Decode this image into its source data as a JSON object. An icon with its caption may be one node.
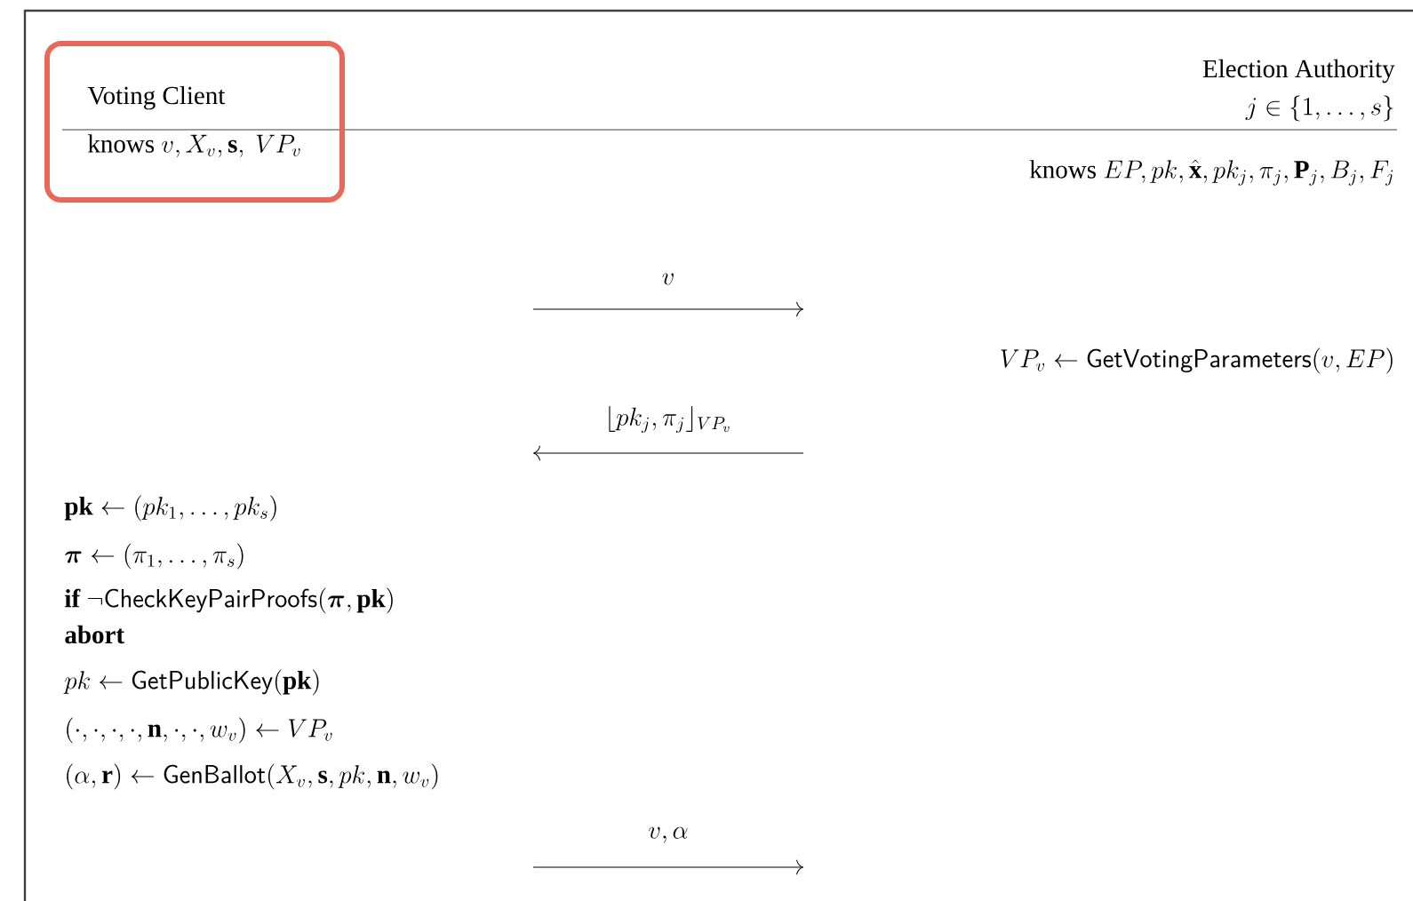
{
  "diagram": {
    "nodes": [
      {
        "text": [
          "Voting Client",
          "\\mbox{knows}\\ v, X_v, \\mathbf{s},\\ VP_v"
        ]
      }
    ],
    "labels": [
      "Election Authority",
      "j\\in\\{1,\\ldots,s\\}",
      "\\mbox{knows}\\ EP, pk, \\hat{\\mathbf{x}}, pk_j, \\pi_j, \\mathbf{P}_j, B_j, F_j",
      "v",
      "VP_v \\leftarrow \\mathsf{GetVotingParameters}(v, EP)",
      "\\lfloor pk_j, \\pi_j \\rfloor_{VP_v}",
      "\\mathbf{pk} \\leftarrow (pk_1,\\ldots,pk_s)",
      "\\boldsymbol{\\pi} \\leftarrow (\\pi_1,\\ldots,\\pi_s)",
      "\\mathbf{if}\\ \\neg\\mathsf{CheckKeyPairProofs}(\\boldsymbol{\\pi},\\mathbf{pk})",
      "\\mathbf{abort}",
      "pk \\leftarrow \\mathsf{GetPublicKey}(\\mathbf{pk})",
      "(\\cdot,\\cdot,\\cdot,\\cdot,\\mathbf{n},\\cdot,\\cdot,w_v) \\leftarrow VP_v",
      "(\\alpha,\\mathbf{r}) \\leftarrow \\mathsf{GenBallot}(X_v,\\mathbf{s},pk,\\mathbf{n},w_v)",
      "v, \\alpha"
    ]
  }
}
